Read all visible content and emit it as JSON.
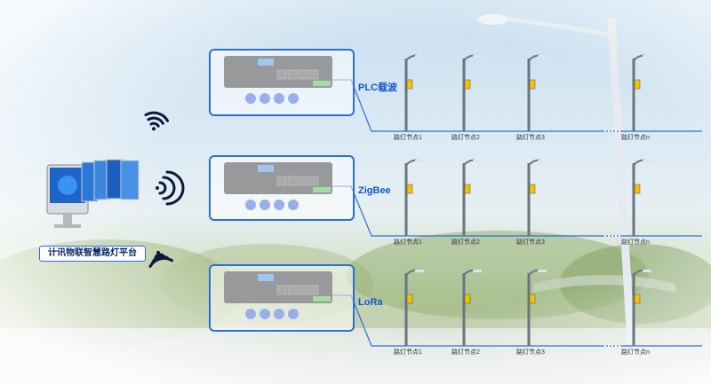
{
  "platform": {
    "label": "计讯物联智慧路灯平台"
  },
  "gateways": [
    {
      "protocol": "PLC载波",
      "nodes": [
        "路灯节点1",
        "路灯节点2",
        "路灯节点3",
        "路灯节点n"
      ]
    },
    {
      "protocol": "ZigBee",
      "nodes": [
        "路灯节点1",
        "路灯节点2",
        "路灯节点3",
        "路灯节点n"
      ]
    },
    {
      "protocol": "LoRa",
      "nodes": [
        "路灯节点1",
        "路灯节点2",
        "路灯节点3",
        "路灯节点n"
      ]
    }
  ],
  "colors": {
    "accent": "#2a6fd6",
    "label_text": "#0f57c9",
    "device_body": "#1b1d22",
    "terminal_green": "#3fae3f",
    "knob_blue": "#1f4fd0"
  }
}
